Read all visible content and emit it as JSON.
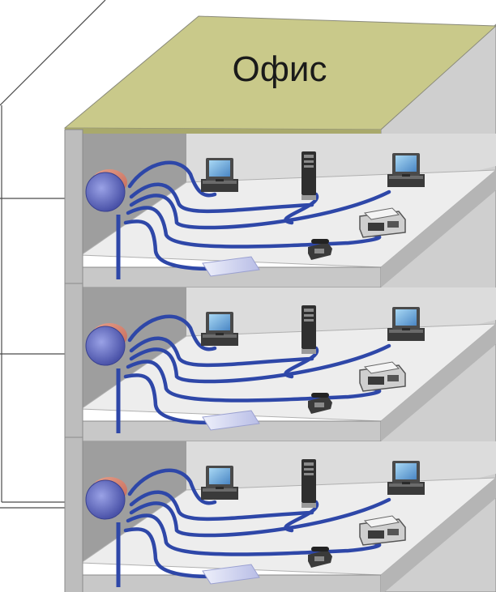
{
  "building": {
    "roof_label": "Офис",
    "floor_count": 3,
    "devices_per_floor": [
      "computer",
      "server-tower",
      "computer",
      "fax-machine",
      "desk-phone",
      "network-switch",
      "wiring-hub"
    ]
  },
  "colors": {
    "roof": "#c9c98a",
    "cable": "#2e47a8",
    "hub": "#6a72c4",
    "wall": "#c8c8c8",
    "floor": "#ededed"
  },
  "icons": [
    "computer-icon",
    "server-icon",
    "fax-icon",
    "phone-icon",
    "switch-icon",
    "hub-icon"
  ]
}
